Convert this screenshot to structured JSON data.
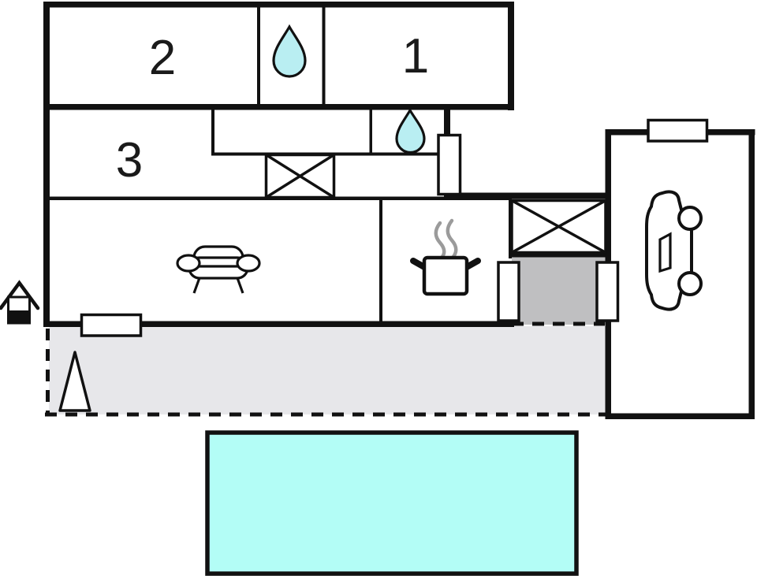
{
  "floorplan": {
    "type": "vacation-home-floor-plan",
    "rooms": {
      "bedroom1": {
        "label": "1"
      },
      "bedroom2": {
        "label": "2"
      },
      "bedroom3": {
        "label": "3"
      }
    },
    "colors": {
      "wall": "#111111",
      "water_drop": "#b9eef2",
      "pool_water": "#b3fdf6",
      "terrace": "#e7e7ea",
      "passage": "#bfbfc1",
      "steam": "#9b9b9b",
      "background": "#ffffff"
    },
    "icons": {
      "bathroom_upper": "water-drop",
      "bathroom_lower": "water-drop",
      "living_room": "sofa",
      "kitchen": "cooking-pot-with-steam",
      "garage": "car",
      "terrace": "conifer-tree",
      "outdoor_left": "well-hut",
      "stairs_hall": "crossed-box",
      "stairs_garage_side": "crossed-box"
    }
  }
}
